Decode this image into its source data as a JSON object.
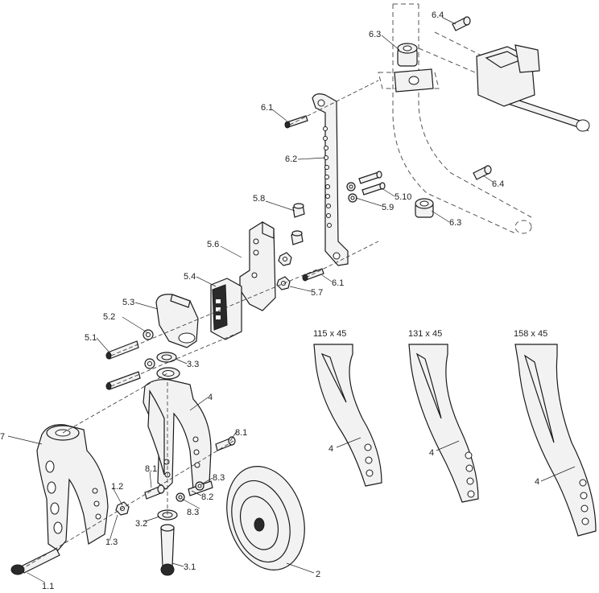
{
  "callouts": {
    "l_6_4_top": "6.4",
    "l_6_3_top": "6.3",
    "l_6_1_top": "6.1",
    "l_6_2": "6.2",
    "l_6_4_right": "6.4",
    "l_5_10": "5.10",
    "l_5_9": "5.9",
    "l_5_8": "5.8",
    "l_6_3_bottom": "6.3",
    "l_5_6": "5.6",
    "l_6_1_bottom": "6.1",
    "l_5_7": "5.7",
    "l_5_4": "5.4",
    "l_5_3": "5.3",
    "l_5_2": "5.2",
    "l_5_1": "5.1",
    "l_3_3": "3.3",
    "l_4_main": "4",
    "l_7": "7",
    "l_8_1_right": "8.1",
    "l_8_1_left": "8.1",
    "l_8_3_top": "8.3",
    "l_8_2": "8.2",
    "l_8_3_bottom": "8.3",
    "l_1_2": "1.2",
    "l_1_3": "1.3",
    "l_3_2": "3.2",
    "l_3_1": "3.1",
    "l_1_1": "1.1",
    "l_2": "2",
    "l_4_a": "4",
    "l_4_b": "4",
    "l_4_c": "4"
  },
  "size_variants": {
    "a": "115 x 45",
    "b": "131 x 45",
    "c": "158 x 45"
  }
}
